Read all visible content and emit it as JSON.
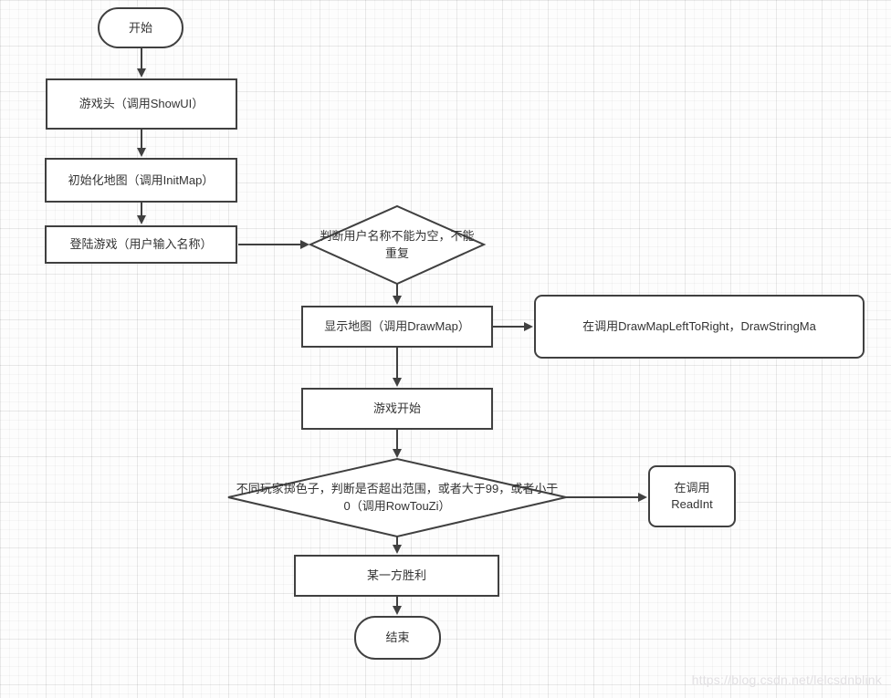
{
  "canvas": {
    "stroke_color": "#404040",
    "shape_fill": "#ffffff",
    "grid_minor_color": "#f3f3f3",
    "grid_major_color": "#ebebeb"
  },
  "nodes": {
    "start": {
      "type": "terminator",
      "label": "开始"
    },
    "show_ui": {
      "type": "process",
      "label": "游戏头（调用ShowUI）"
    },
    "init_map": {
      "type": "process",
      "label": "初始化地图（调用InitMap）"
    },
    "login": {
      "type": "process",
      "label": "登陆游戏（用户输入名称）"
    },
    "check_name": {
      "type": "decision",
      "label": "判断用户名称不能为空，不能\n重复"
    },
    "draw_map": {
      "type": "process",
      "label": "显示地图（调用DrawMap）"
    },
    "draw_map_note": {
      "type": "rounded",
      "label": "在调用DrawMapLeftToRight，DrawStringMa"
    },
    "game_start": {
      "type": "process",
      "label": "游戏开始"
    },
    "dice_check": {
      "type": "decision",
      "label": "不同玩家掷色子，判断是否超出范围，或者大于99，或者小于\n0（调用RowTouZi）"
    },
    "read_int_note": {
      "type": "rounded",
      "label": "在调用\nReadInt"
    },
    "win": {
      "type": "process",
      "label": "某一方胜利"
    },
    "end": {
      "type": "terminator",
      "label": "结束"
    }
  },
  "edges": [
    {
      "from": "start",
      "to": "show_ui"
    },
    {
      "from": "show_ui",
      "to": "init_map"
    },
    {
      "from": "init_map",
      "to": "login"
    },
    {
      "from": "login",
      "to": "check_name"
    },
    {
      "from": "check_name",
      "to": "draw_map"
    },
    {
      "from": "draw_map",
      "to": "draw_map_note"
    },
    {
      "from": "draw_map",
      "to": "game_start"
    },
    {
      "from": "game_start",
      "to": "dice_check"
    },
    {
      "from": "dice_check",
      "to": "read_int_note"
    },
    {
      "from": "dice_check",
      "to": "win"
    },
    {
      "from": "win",
      "to": "end"
    }
  ],
  "watermark": {
    "text": "https://blog.csdn.net/lelcsdnblink"
  }
}
